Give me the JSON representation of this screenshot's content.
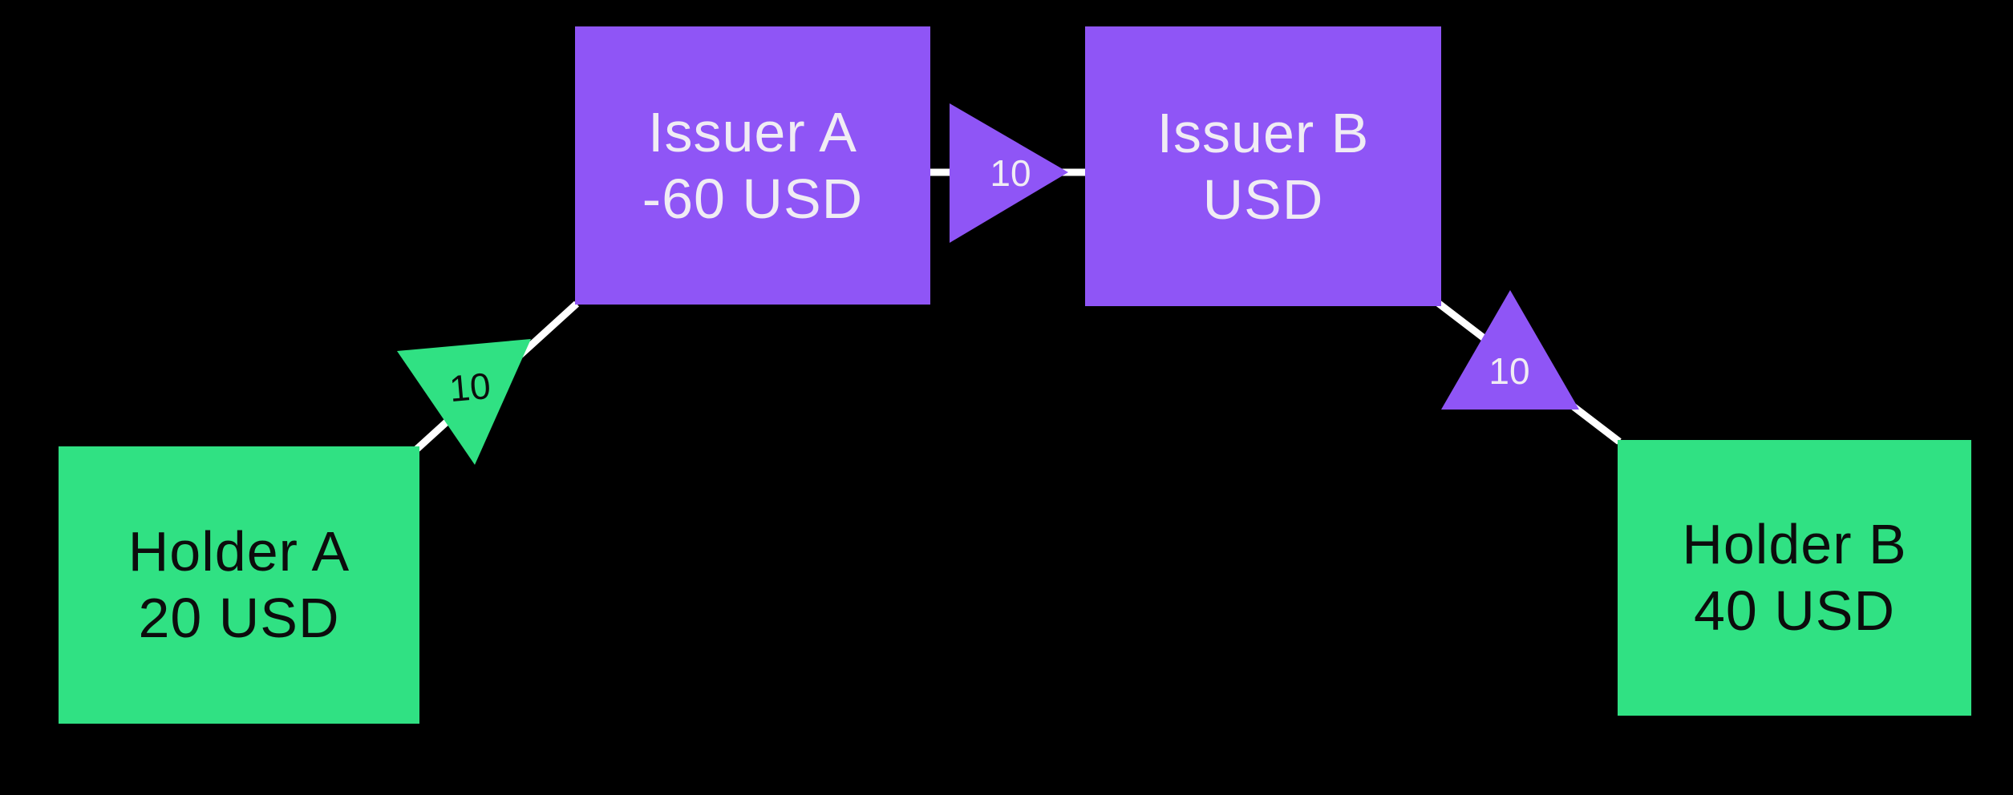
{
  "colors": {
    "background": "#000000",
    "issuer_box": "#8F55F6",
    "holder_box": "#30E183",
    "issuer_label": "#F0ECF4",
    "holder_label": "#0C0C0C",
    "connector": "#FFFFFF"
  },
  "nodes": [
    {
      "id": "issuer-a",
      "type": "issuer",
      "title": "Issuer A",
      "subtitle": "-60 USD"
    },
    {
      "id": "issuer-b",
      "type": "issuer",
      "title": "Issuer B",
      "subtitle": "USD"
    },
    {
      "id": "holder-a",
      "type": "holder",
      "title": "Holder A",
      "subtitle": "20 USD"
    },
    {
      "id": "holder-b",
      "type": "holder",
      "title": "Holder B",
      "subtitle": "40 USD"
    }
  ],
  "edges": [
    {
      "from": "Holder A",
      "to": "Issuer A",
      "label": "10"
    },
    {
      "from": "Issuer A",
      "to": "Issuer B",
      "label": "10"
    },
    {
      "from": "Issuer B",
      "to": "Holder B",
      "label": "10"
    }
  ]
}
